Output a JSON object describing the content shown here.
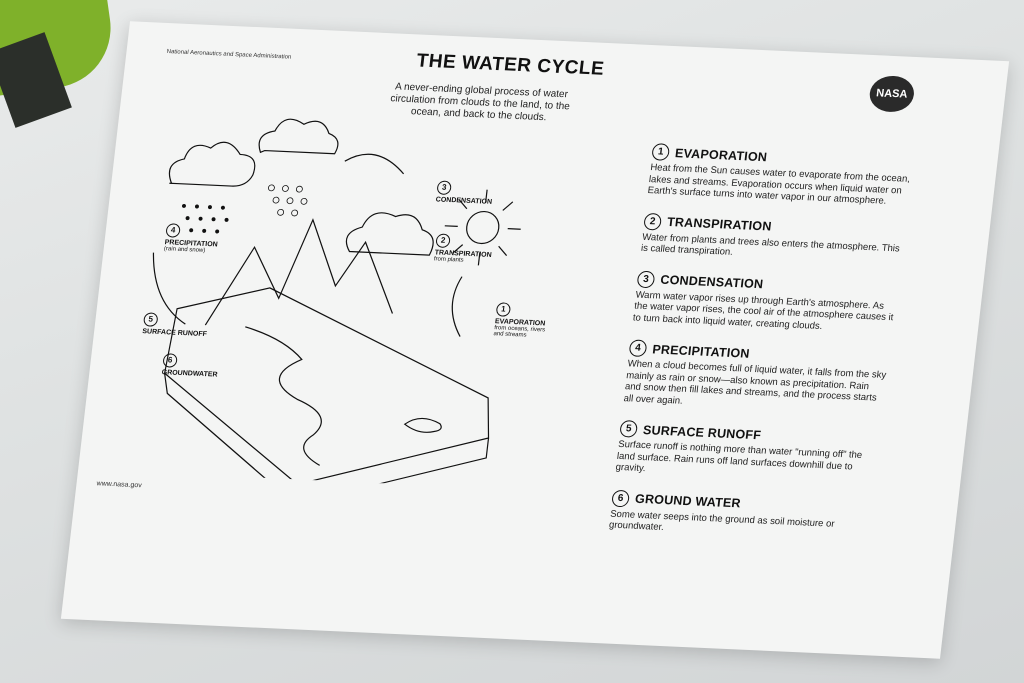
{
  "header": {
    "agency": "National Aeronautics and Space Administration",
    "title": "THE WATER CYCLE",
    "subtitle": "A never-ending global process of water circulation from clouds to the land, to the ocean, and back to the clouds.",
    "logo_text": "NASA"
  },
  "footer": {
    "url": "www.nasa.gov"
  },
  "diagram_labels": [
    {
      "num": "1",
      "name": "EVAPORATION",
      "sub": "from oceans, rivers and streams"
    },
    {
      "num": "2",
      "name": "TRANSPIRATION",
      "sub": "from plants"
    },
    {
      "num": "3",
      "name": "CONDENSATION",
      "sub": ""
    },
    {
      "num": "4",
      "name": "PRECIPITATION",
      "sub": "(rain and snow)"
    },
    {
      "num": "5",
      "name": "SURFACE RUNOFF",
      "sub": ""
    },
    {
      "num": "6",
      "name": "GROUNDWATER",
      "sub": ""
    }
  ],
  "steps": [
    {
      "num": "1",
      "title": "EVAPORATION",
      "text": "Heat from the Sun causes water to evaporate from the ocean, lakes and streams. Evaporation occurs when liquid water on Earth's surface turns into water vapor in our atmosphere."
    },
    {
      "num": "2",
      "title": "TRANSPIRATION",
      "text": "Water from plants and trees also enters the atmosphere. This is called transpiration."
    },
    {
      "num": "3",
      "title": "CONDENSATION",
      "text": "Warm water vapor rises up through Earth's atmosphere. As the water vapor rises, the cool air of the atmosphere causes it to turn back into liquid water, creating clouds."
    },
    {
      "num": "4",
      "title": "PRECIPITATION",
      "text": "When a cloud becomes full of liquid water, it falls from the sky mainly as rain or snow—also known as precipitation. Rain and snow then fill lakes and streams, and the process starts all over again."
    },
    {
      "num": "5",
      "title": "SURFACE RUNOFF",
      "text": "Surface runoff is nothing more than water \"running off\" the land surface. Rain runs off land surfaces downhill due to gravity."
    },
    {
      "num": "6",
      "title": "GROUND WATER",
      "text": "Some water seeps into the ground as soil moisture or groundwater."
    }
  ]
}
